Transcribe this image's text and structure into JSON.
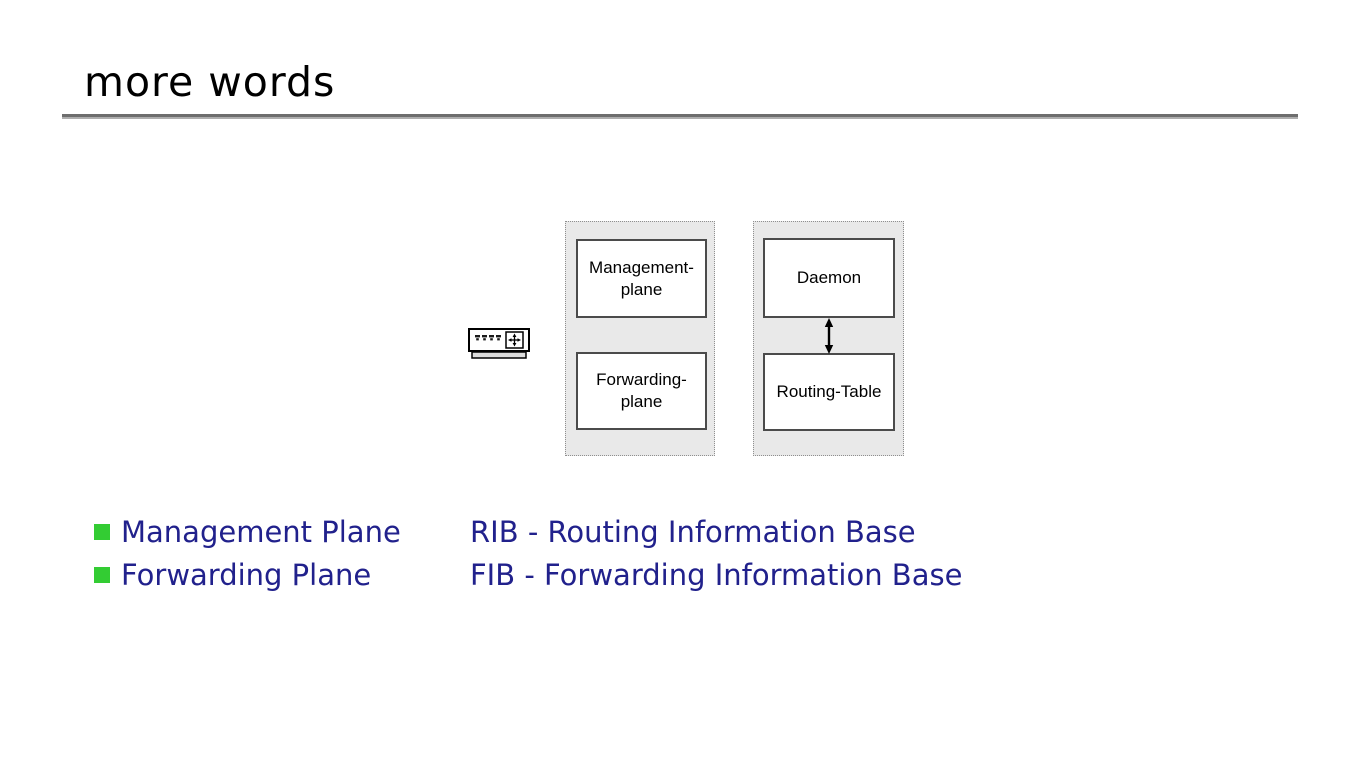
{
  "slide": {
    "title": "more words",
    "diagram": {
      "left_group": {
        "top_box": {
          "line1": "Management-",
          "line2": "plane"
        },
        "bottom_box": {
          "line1": "Forwarding-",
          "line2": "plane"
        }
      },
      "right_group": {
        "top_box": {
          "label": "Daemon"
        },
        "bottom_box": {
          "label": "Routing-Table"
        }
      },
      "icons": {
        "router_device": "router-device-icon",
        "vertical_double_arrow": "double-arrow-icon"
      }
    },
    "bullets": [
      {
        "label": "Management Plane"
      },
      {
        "label": "Forwarding Plane"
      }
    ],
    "definitions": [
      {
        "text": "RIB - Routing Information Base"
      },
      {
        "text": "FIB - Forwarding Information Base"
      }
    ],
    "colors": {
      "bullet_green": "#33cc33",
      "text_navy": "#21218c",
      "panel_gray": "#e9e9e9",
      "box_border_gray": "#4b4b4b",
      "rule_gray": "#6e6e6e"
    }
  }
}
